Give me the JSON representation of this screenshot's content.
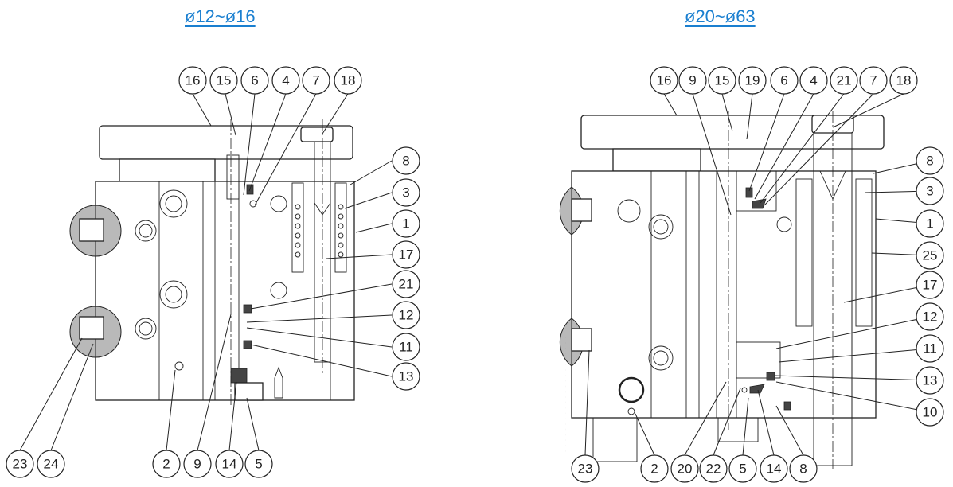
{
  "headings": {
    "left": "ø12~ø16",
    "right": "ø20~ø63"
  },
  "left_callouts": [
    "16",
    "15",
    "6",
    "4",
    "7",
    "18",
    "8",
    "3",
    "1",
    "17",
    "21",
    "12",
    "11",
    "13",
    "23",
    "24",
    "2",
    "9",
    "14",
    "5"
  ],
  "right_callouts": [
    "16",
    "9",
    "15",
    "19",
    "6",
    "4",
    "21",
    "7",
    "18",
    "8",
    "3",
    "1",
    "25",
    "17",
    "12",
    "11",
    "13",
    "10",
    "23",
    "2",
    "20",
    "22",
    "5",
    "14",
    "8"
  ]
}
